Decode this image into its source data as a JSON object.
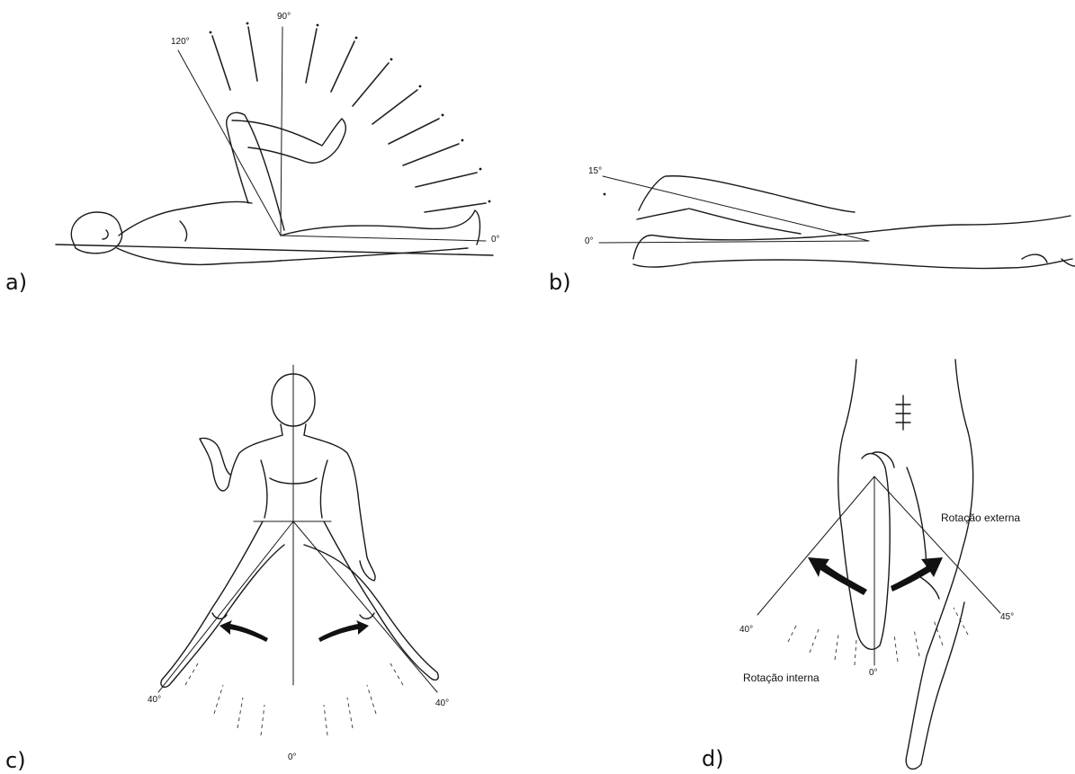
{
  "figure": {
    "panel_a": {
      "label": "a)",
      "angle_labels": {
        "top": "90°",
        "max": "120°",
        "zero": "0°"
      }
    },
    "panel_b": {
      "label": "b)",
      "angle_labels": {
        "max": "15°",
        "zero": "0°"
      }
    },
    "panel_c": {
      "label": "c)",
      "angle_labels": {
        "left": "40°",
        "right": "40°",
        "bottom": "0°"
      }
    },
    "panel_d": {
      "label": "d)",
      "angle_labels": {
        "left": "40°",
        "right": "45°",
        "bottom": "0°"
      },
      "annotations": {
        "external": "Rotação externa",
        "internal": "Rotação interna"
      }
    },
    "colors": {
      "ink": "#1a1a1a",
      "background": "#ffffff"
    }
  }
}
